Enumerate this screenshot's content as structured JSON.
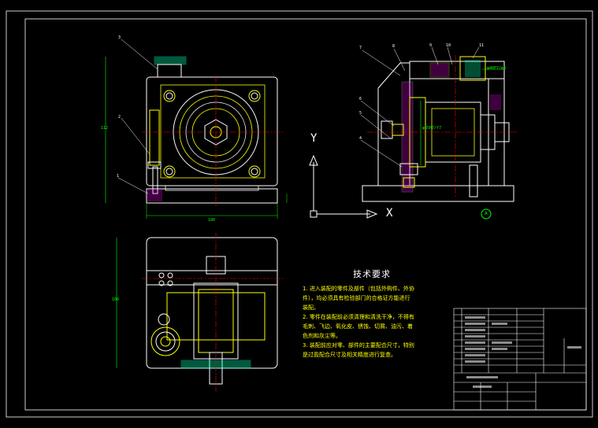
{
  "colors": {
    "background": "#000000",
    "frame": "#ffffff",
    "outline": "#ffffff",
    "part": "#ffff00",
    "center_line": "#ff0000",
    "dimension": "#00ff00",
    "hatch": "#ff00ff",
    "cyan": "#00ffff",
    "green_parts": "#00ff88"
  },
  "tech_requirements": {
    "title": "技术要求",
    "lines": [
      "1. 进入装配的零件及部件（包括外购件、外协",
      "件），均必须具有检验部门的合格证方能进行",
      "装配。",
      "2. 零件在装配前必须清理和清洗干净，不得有",
      "毛刺、飞边、氧化皮、锈蚀、切屑、油污、着",
      "色剂和灰尘等。",
      "3. 装配前应对零、部件的主要配合尺寸，特别",
      "是过盈配合尺寸及相关精度进行复查。"
    ]
  },
  "part_callouts": {
    "front_view": [
      "3",
      "2",
      "1"
    ],
    "side_view": [
      "7",
      "8",
      "9",
      "10",
      "11",
      "6",
      "5",
      "4"
    ]
  },
  "dimensions": {
    "front_width": "180",
    "front_height": "112",
    "top_height": "160",
    "fit_note": "φ40F7/m6",
    "bore_note": "φ65H7/f7"
  },
  "axes": {
    "y_label": "Y",
    "x_label": "X",
    "section_mark": "A"
  }
}
